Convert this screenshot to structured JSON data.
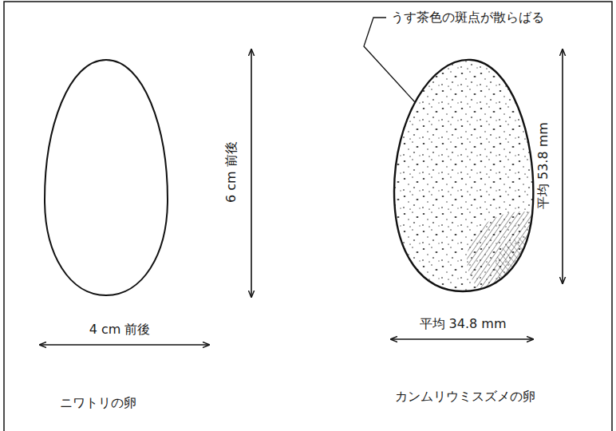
{
  "diagram": {
    "labels": [
      "うす茶色の斑点が散らばる",
      "6 cm 前後",
      "平均 53.8 mm",
      "4 cm 前後",
      "平均 34.8 mm",
      "ニワトリの卵",
      "カンムリウミスズメの卵"
    ]
  }
}
